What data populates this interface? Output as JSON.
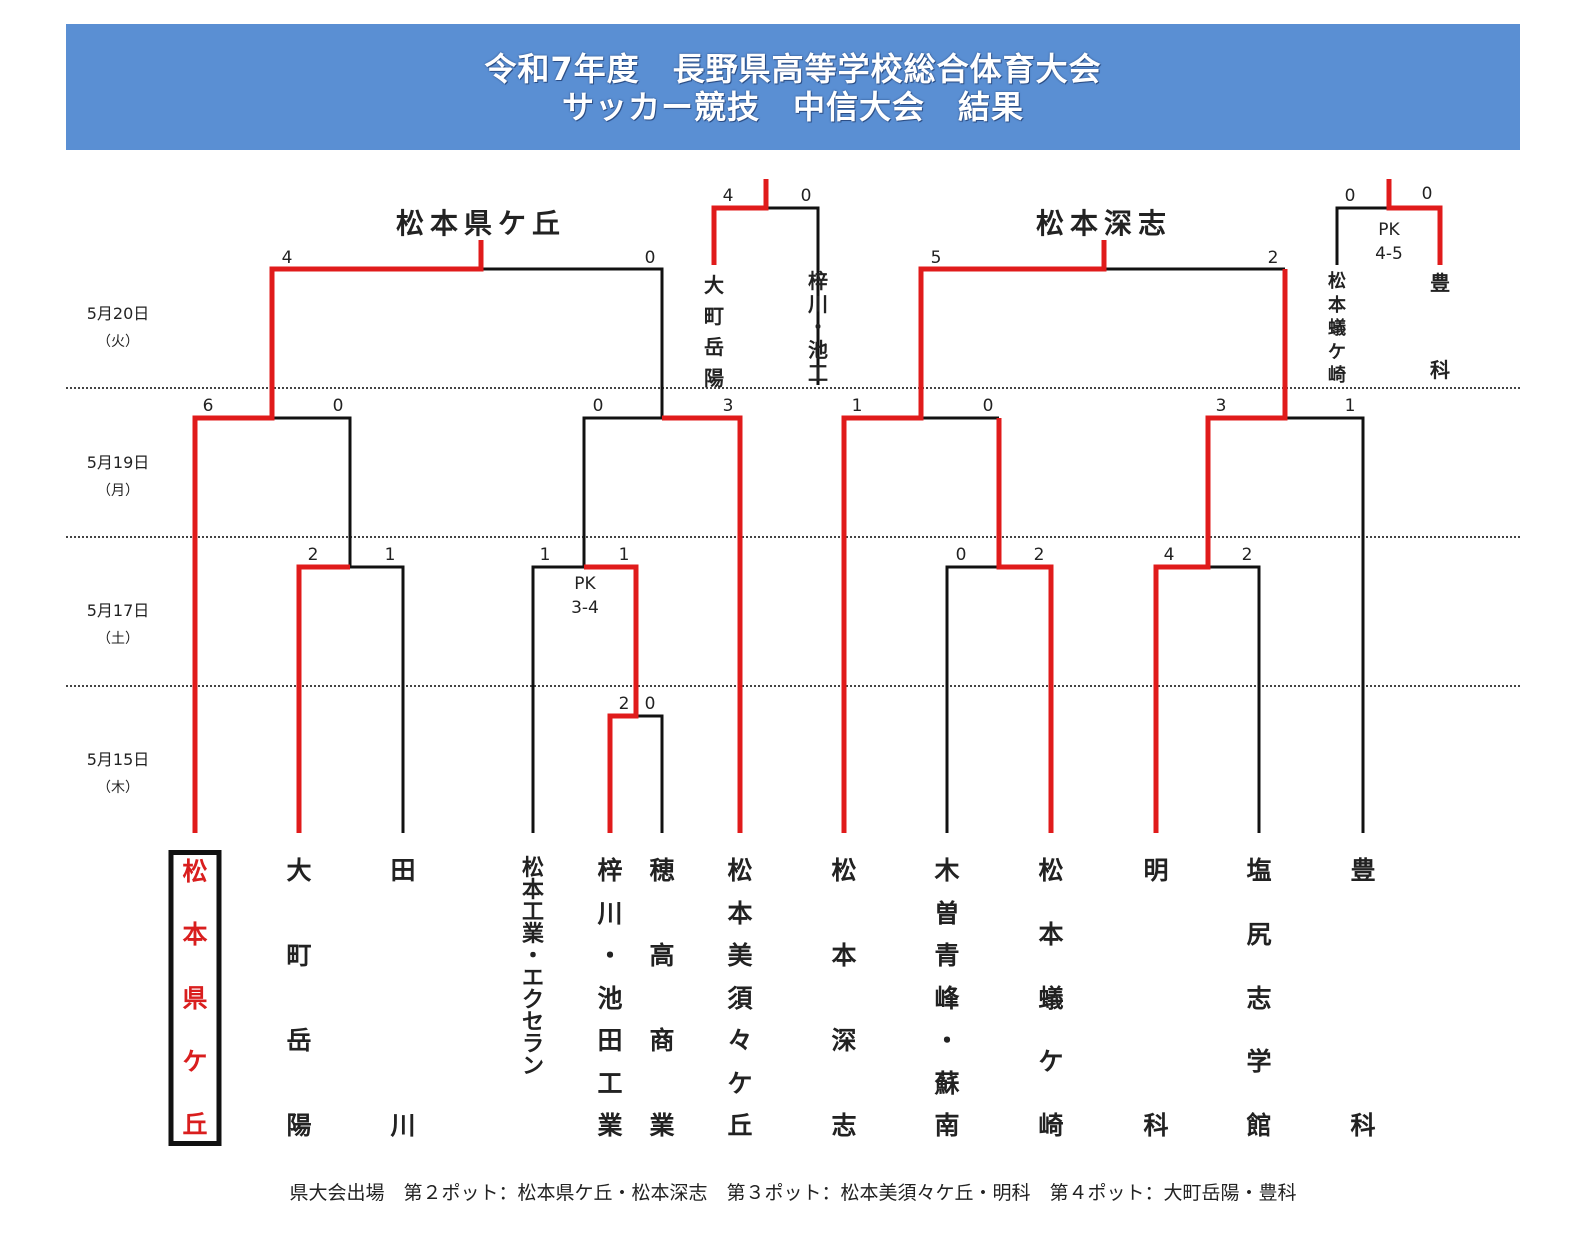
{
  "header": {
    "line1": "令和7年度　長野県高等学校総合体育大会",
    "line2": "サッカー競技　中信大会　結果"
  },
  "days": [
    {
      "date": "5月20日",
      "weekday": "（火）"
    },
    {
      "date": "5月19日",
      "weekday": "（月）"
    },
    {
      "date": "5月17日",
      "weekday": "（土）"
    },
    {
      "date": "5月15日",
      "weekday": "（木）"
    }
  ],
  "teams": [
    "松本県ケ丘",
    "大町岳陽",
    "田川",
    "松本工業・エクセラン",
    "梓川・池田工業",
    "穂高商業",
    "松本美須々ケ丘",
    "松本深志",
    "木曽青峰・蘇南",
    "松本蟻ケ崎",
    "明科",
    "塩尻志学館",
    "豊科"
  ],
  "champions": {
    "left": "松本県ケ丘",
    "right": "松本深志"
  },
  "playoff_names": {
    "a_left": "大町岳陽",
    "a_right": "梓川・池工",
    "b_left": "松本蟻ケ崎",
    "b_right": "豊科"
  },
  "scores": {
    "f1_l": "4",
    "f1_r": "0",
    "f2_l": "5",
    "f2_r": "2",
    "pa_l": "4",
    "pa_r": "0",
    "pb_l": "0",
    "pb_r": "0",
    "s1_l": "6",
    "s1_r": "0",
    "s2_l": "0",
    "s2_r": "3",
    "s3_l": "1",
    "s3_r": "0",
    "s4_l": "3",
    "s4_r": "1",
    "q1_l": "2",
    "q1_r": "1",
    "q2_l": "1",
    "q2_r": "1",
    "q3_l": "0",
    "q3_r": "2",
    "q4_l": "4",
    "q4_r": "2",
    "r1_l": "2",
    "r1_r": "0"
  },
  "pk": {
    "q2_label": "PK",
    "q2_score": "3-4",
    "pb_label": "PK",
    "pb_score": "4-5"
  },
  "footer": "県大会出場　第２ポット：松本県ケ丘・松本深志　第３ポット：松本美須々ケ丘・明科　第４ポット：大町岳陽・豊科",
  "colors": {
    "header_bg": "#5a8fd3",
    "winner_line": "#e01b1b",
    "loser_line": "#111111"
  }
}
